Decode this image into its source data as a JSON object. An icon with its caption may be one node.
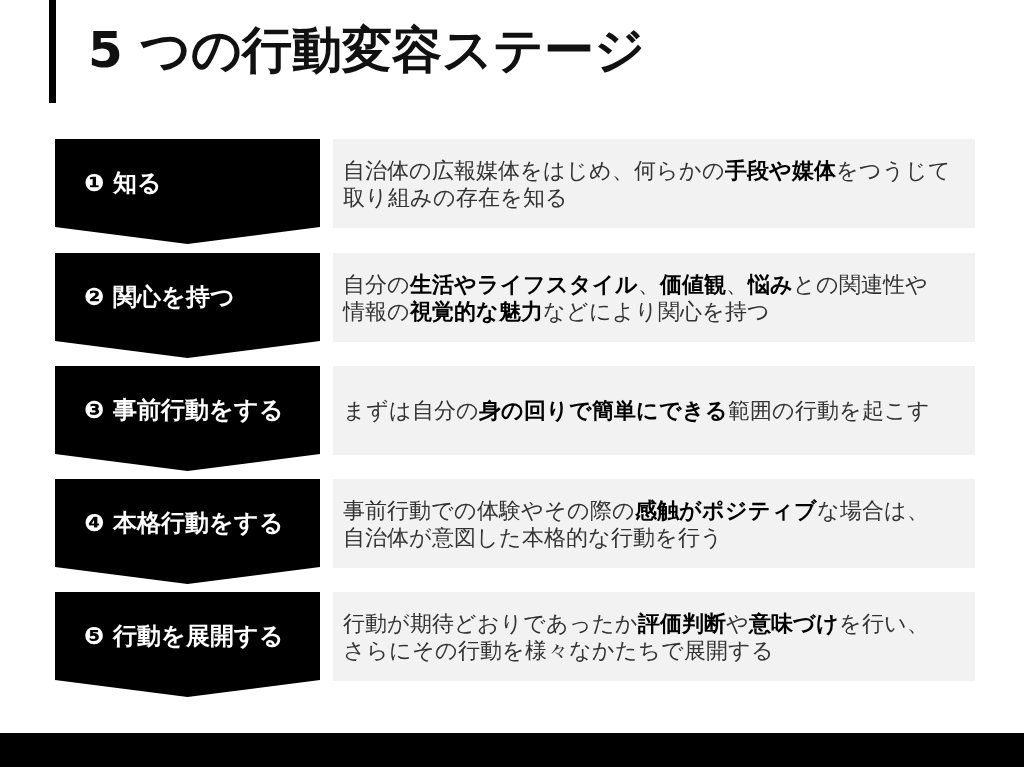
{
  "diagram": {
    "title": "5 つの行動変容ステージ",
    "nodes": [
      {
        "text": [
          "❶ 知る"
        ]
      },
      {
        "text": [
          "自治体の広報媒体をはじめ、何らかの**手段や媒体**をつうじて取り組みの存在を知る"
        ]
      },
      {
        "text": [
          "❷ 関心を持つ"
        ]
      },
      {
        "text": [
          "自分の**生活やライフスタイル**、**価値観**、**悩み**との関連性や情報の**視覚的な魅力**などにより関心を持つ"
        ]
      },
      {
        "text": [
          "❸ 事前行動をする"
        ]
      },
      {
        "text": [
          "まずは自分の**身の回りで簡単にできる**範囲の行動を起こす"
        ]
      },
      {
        "text": [
          "❹ 本格行動をする"
        ]
      },
      {
        "text": [
          "事前行動での体験やその際の**感触がポジティブ**な場合は、自治体が意図した本格的な行動を行う"
        ]
      },
      {
        "text": [
          "❺ 行動を展開する"
        ]
      },
      {
        "text": [
          "行動が期待どおりであったか**評価判断**や**意味づけ**を行い、さらにその行動を様々なかたちで展開する"
        ]
      }
    ]
  }
}
